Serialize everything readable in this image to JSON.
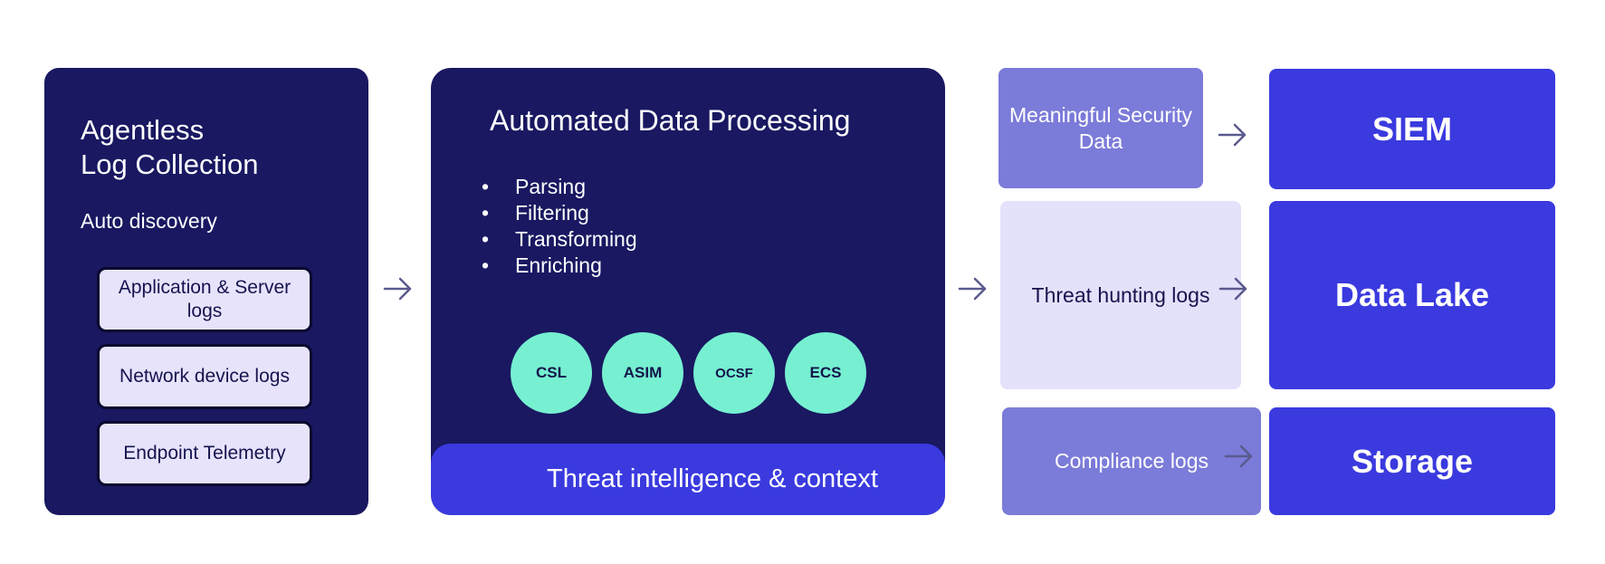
{
  "panel1": {
    "title_line1": "Agentless",
    "title_line2": "Log Collection",
    "subtitle": "Auto discovery",
    "chips": [
      "Application & Server logs",
      "Network device logs",
      "Endpoint Telemetry"
    ]
  },
  "panel2": {
    "title": "Automated Data Processing",
    "steps": [
      "Parsing",
      "Filtering",
      "Transforming",
      "Enriching"
    ],
    "formats": [
      "CSL",
      "ASIM",
      "OCSF",
      "ECS"
    ],
    "bar_label": "Threat intelligence & context"
  },
  "outputs": [
    {
      "label": "Meaningful Security Data",
      "destination": "SIEM"
    },
    {
      "label": "Threat hunting logs",
      "destination": "Data Lake"
    },
    {
      "label": "Compliance logs",
      "destination": "Storage"
    }
  ],
  "colors": {
    "navy": "#191861",
    "blue": "#3a3adf",
    "lavender": "#7b7bd9",
    "pale_lavender": "#e4e1fb",
    "teal": "#76f0d1",
    "arrow": "#5a5a8e"
  }
}
